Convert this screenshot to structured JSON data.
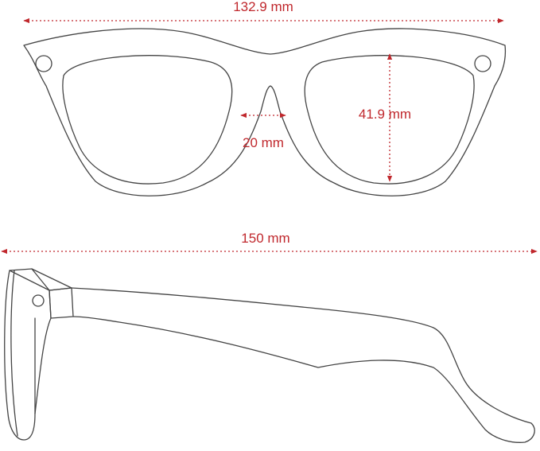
{
  "accent_color": "#c0282d",
  "outline_color": "#444444",
  "dimensions": {
    "total_width": "132.9 mm",
    "lens_height": "41.9 mm",
    "bridge_width": "20 mm",
    "temple_length": "150 mm"
  }
}
